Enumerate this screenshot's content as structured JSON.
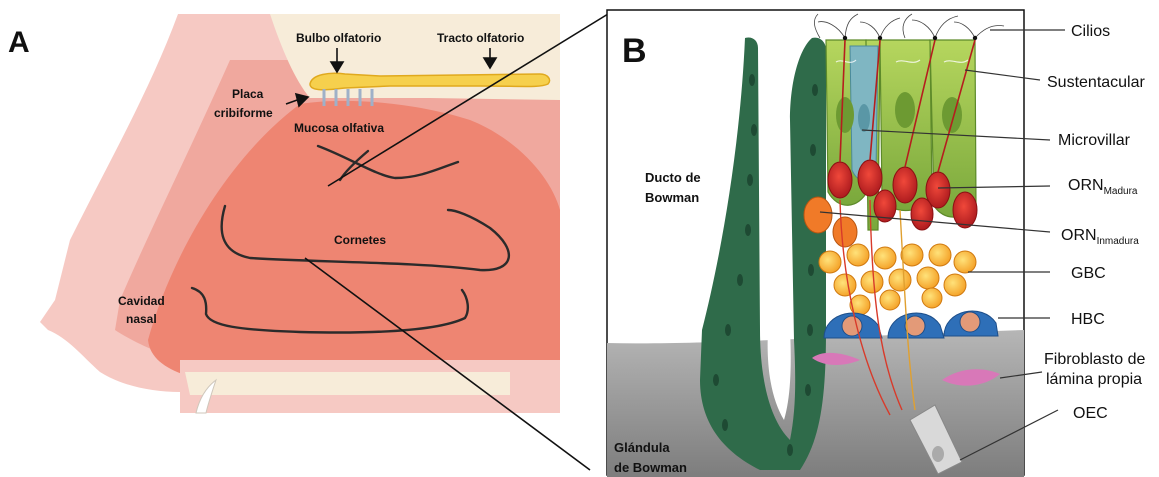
{
  "panel_a": {
    "letter": "A",
    "labels": {
      "bulbo": "Bulbo olfatorio",
      "tracto": "Tracto olfatorio",
      "placa_1": "Placa",
      "placa_2": "cribiforme",
      "mucosa": "Mucosa olfativa",
      "cornetes": "Cornetes",
      "cavidad_1": "Cavidad",
      "cavidad_2": "nasal"
    }
  },
  "panel_b": {
    "letter": "B",
    "labels": {
      "cilios": "Cilios",
      "sustentacular": "Sustentacular",
      "microvillar": "Microvillar",
      "orn_madura_main": "ORN",
      "orn_madura_sub": "Madura",
      "orn_inmadura_main": "ORN",
      "orn_inmadura_sub": "Inmadura",
      "gbc": "GBC",
      "hbc": "HBC",
      "fibroblasto_1": "Fibroblasto de",
      "fibroblasto_2": "lámina propia",
      "oec": "OEC",
      "ducto_1": "Ducto de",
      "ducto_2": "Bowman",
      "glandula_1": "Glándula",
      "glandula_2": "de Bowman"
    }
  },
  "colors": {
    "skin_light": "#f6c9c3",
    "skin_mid": "#f0a89e",
    "mucosa": "#ee8572",
    "bulb": "#f6d04d",
    "bone": "#f7ecd9",
    "duct_green": "#2f6b4a",
    "sustentacular_green": "#8fbf4a",
    "microvillar_blue": "#7fb6c2",
    "orn_red": "#d9302a",
    "orn_orange": "#f07a28",
    "gbc_yellow": "#f7b52c",
    "hbc_blue": "#2e6fb8",
    "lamina_gray": "#a3a3a3",
    "fibroblast_pink": "#d878b8"
  }
}
